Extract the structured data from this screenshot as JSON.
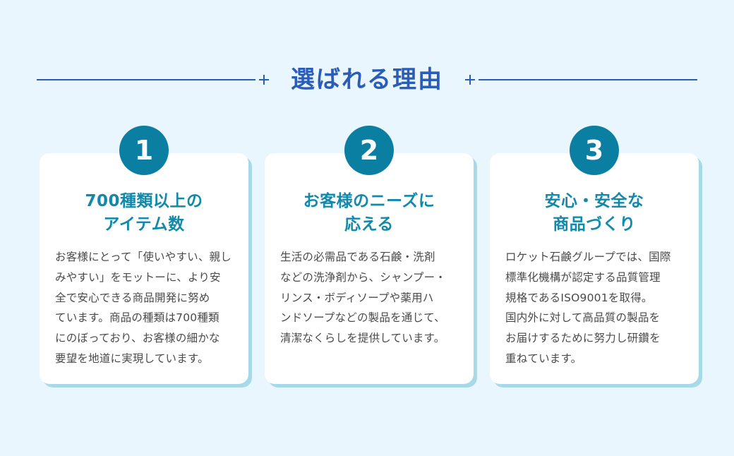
{
  "background_color": "#eaf6fd",
  "accent_colors": {
    "heading_blue": "#2a5cb8",
    "badge_teal": "#0b7fa2",
    "card_title_teal": "#1089ab",
    "card_shadow_blue": "#a8d9e8",
    "body_gray": "#4a4a4a"
  },
  "header": {
    "title": "選ばれる理由",
    "left_sparkle_icon": "sparkle-icon",
    "right_sparkle_icon": "sparkle-icon"
  },
  "cards": [
    {
      "number": "1",
      "title": "700種類以上の\nアイテム数",
      "body": "お客様にとって「使いやすい、親し\nみやすい」をモットーに、より安\n全で安心できる商品開発に努め\nています。商品の種類は700種類\nにのぼっており、お客様の細かな\n要望を地道に実現しています。"
    },
    {
      "number": "2",
      "title": "お客様のニーズに\n応える",
      "body": "生活の必需品である石鹸・洗剤\nなどの洗浄剤から、シャンプー・\nリンス・ボディソープや薬用ハ\nンドソープなどの製品を通じて、\n清潔なくらしを提供しています。"
    },
    {
      "number": "3",
      "title": "安心・安全な\n商品づくり",
      "body": "ロケット石鹸グループでは、国際\n標準化機構が認定する品質管理\n規格であるISO9001を取得。\n国内外に対して高品質の製品を\nお届けするために努力し研鑽を\n重ねています。"
    }
  ]
}
